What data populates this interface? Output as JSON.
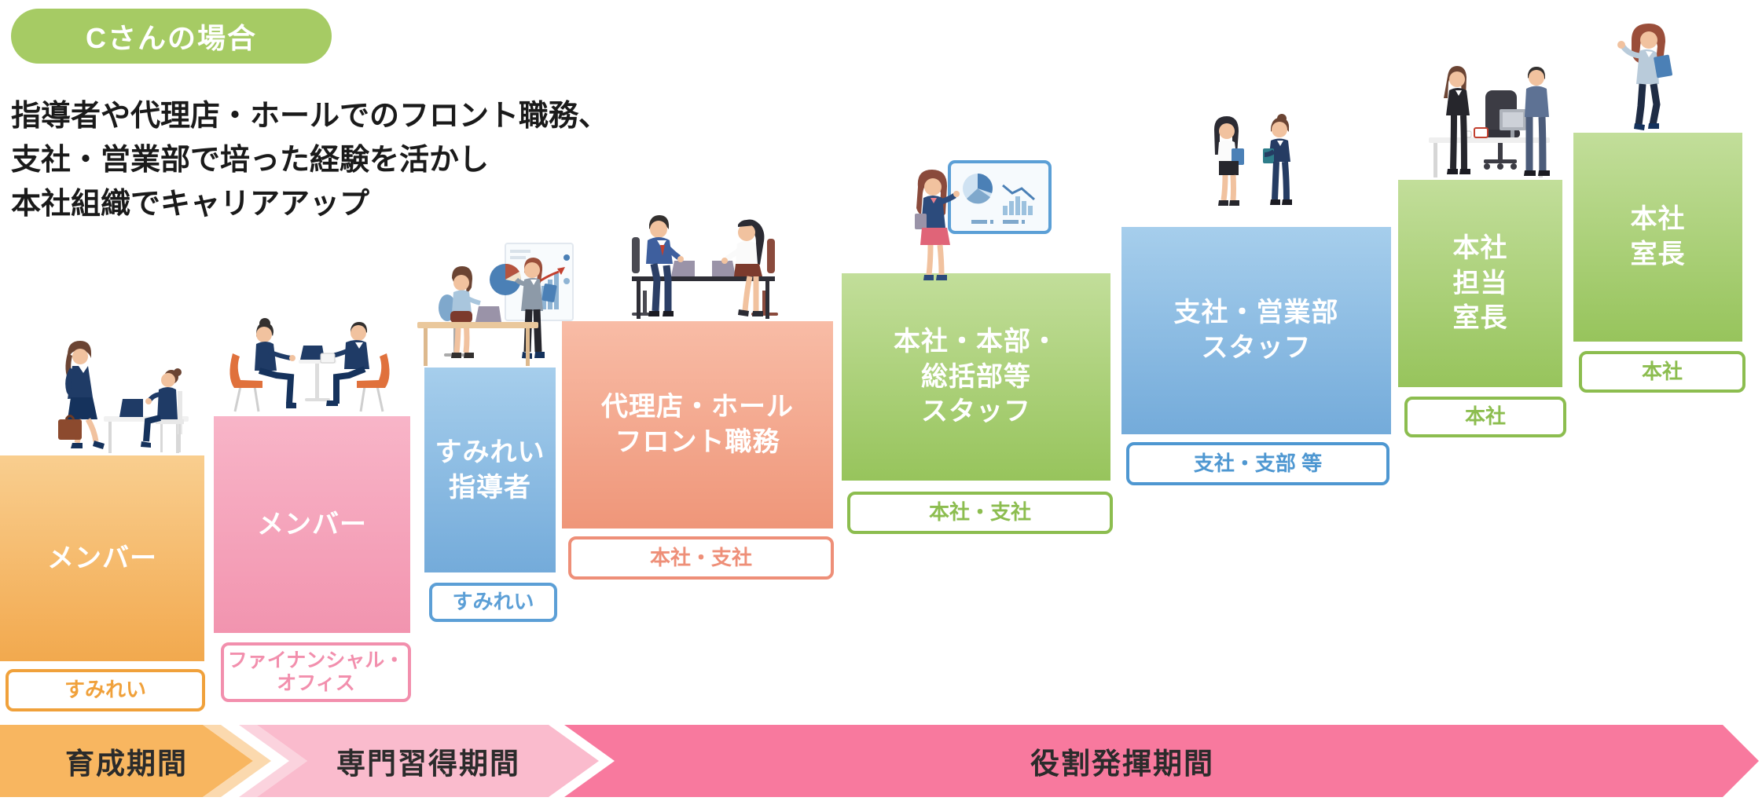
{
  "header": {
    "badge": "Cさんの場合",
    "badge_color": "#A6CB64",
    "description_lines": [
      "指導者や代理店・ホールでのフロント職務、",
      "支社・営業部で培った経験を活かし",
      "本社組織でキャリアアップ"
    ],
    "description_color": "#1A1A1A"
  },
  "steps": [
    {
      "title": "メンバー",
      "tag": "すみれい",
      "illustration": "woman-walking-with-briefcase-and-seated-woman-at-laptop",
      "block_color_top": "#F9CE8F",
      "block_color_bottom": "#F2A94E",
      "accent": "#F0A13B"
    },
    {
      "title": "メンバー",
      "tag": "ファイナンシャル・\nオフィス",
      "illustration": "two-people-interview-in-orange-chairs-with-laptop",
      "block_color_top": "#F8B5C8",
      "block_color_bottom": "#F294AF",
      "accent": "#F28FAD"
    },
    {
      "title": "すみれい\n指導者",
      "tag": "すみれい",
      "illustration": "trainer-presenting-charts-to-seated-trainee",
      "block_color_top": "#A6CEEC",
      "block_color_bottom": "#74ABDA",
      "accent": "#5C9FD6"
    },
    {
      "title": "代理店・ホール\nフロント職務",
      "tag": "本社・支社",
      "illustration": "two-people-working-face-to-face-with-laptops",
      "block_color_top": "#F8BCA6",
      "block_color_bottom": "#EF9679",
      "accent": "#EE8F78"
    },
    {
      "title": "本社・本部・\n総括部等\nスタッフ",
      "tag": "本社・支社",
      "illustration": "woman-presenting-dashboard-board",
      "block_color_top": "#C2DE9A",
      "block_color_bottom": "#97C45C",
      "accent": "#8CBD4F"
    },
    {
      "title": "支社・営業部\nスタッフ",
      "tag": "支社・支部 等",
      "illustration": "two-women-standing-discussion-with-folders",
      "block_color_top": "#A6CEEC",
      "block_color_bottom": "#74ABDA",
      "accent": "#4E97D1"
    },
    {
      "title": "本社\n担当\n室長",
      "tag": "本社",
      "illustration": "manager-at-desk-with-monitor-and-visitor",
      "block_color_top": "#C2DE9A",
      "block_color_bottom": "#97C45C",
      "accent": "#8CBD4F"
    },
    {
      "title": "本社\n室長",
      "tag": "本社",
      "illustration": "woman-standing-waving-with-blue-folder",
      "block_color_top": "#C2DE9A",
      "block_color_bottom": "#97C45C",
      "accent": "#8CBD4F"
    }
  ],
  "timeline": {
    "phases": [
      {
        "label": "育成期間",
        "color": "#F8B660"
      },
      {
        "label": "専門習得期間",
        "color": "#FABBCD"
      },
      {
        "label": "役割発揮期間",
        "color": "#F8799E"
      }
    ],
    "stripe_colors": {
      "light_orange": "#FBD9AE",
      "white_gap": "#FFFFFF",
      "pale_pink": "#FBD3DE"
    },
    "text_color": "#2B2B2B"
  }
}
